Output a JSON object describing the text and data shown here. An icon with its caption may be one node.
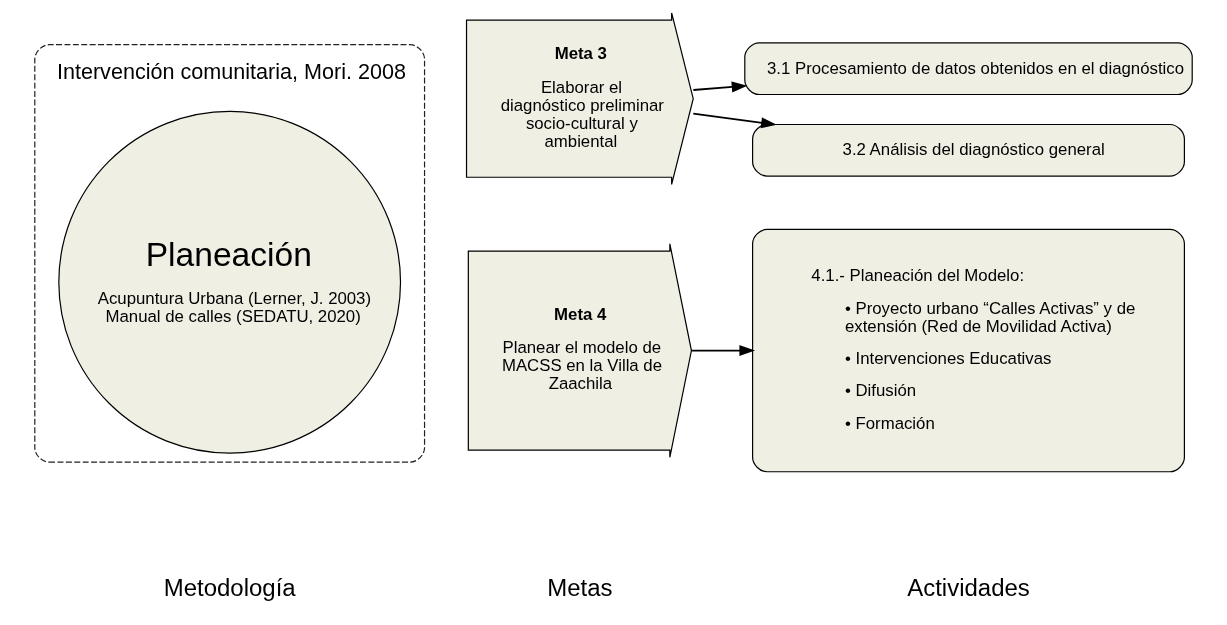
{
  "diagram": {
    "nodes": [
      {
        "text": [
          "Intervención comunitaria, Mori. 2008"
        ]
      },
      {
        "text": [
          "Planeación",
          "Acupuntura Urbana (Lerner, J. 2003) Manual de calles (SEDATU, 2020)"
        ],
        "in": 0
      },
      {
        "text": [
          "Meta 3",
          "Elaborar el diagnóstico preliminar socio-cultural y ambiental"
        ]
      },
      {
        "text": [
          "3.1 Procesamiento de datos obtenidos en el diagnóstico"
        ]
      },
      {
        "text": [
          "3.2 Análisis del diagnóstico general"
        ]
      },
      {
        "text": [
          "Meta 4",
          "Planear el modelo de MACSS en la Villa de Zaachila"
        ]
      },
      {
        "text": [
          "4.1.- Planeación del Modelo:",
          "• Proyecto urbano “Calles Activas” y de extensión (Red de Movilidad Activa)",
          "• Intervenciones Educativas",
          "• Difusión",
          "• Formación"
        ]
      }
    ],
    "edges": [
      {
        "from": 2,
        "to": 3,
        "arrow": "to"
      },
      {
        "from": 2,
        "to": 4,
        "arrow": "to"
      },
      {
        "from": 5,
        "to": 6,
        "arrow": "to"
      }
    ],
    "labels": [
      "Metodología",
      "Metas",
      "Actividades"
    ]
  }
}
